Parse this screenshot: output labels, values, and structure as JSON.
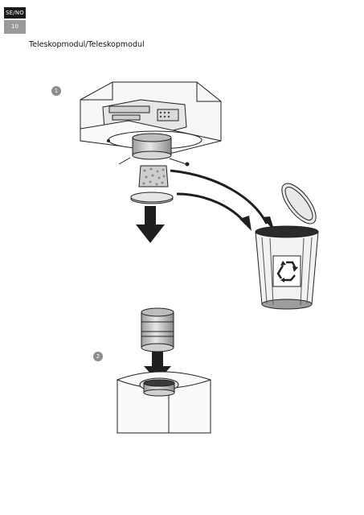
{
  "header": {
    "language": "SE/NO",
    "page_number": "10",
    "title": "Teleskopmodul/Teleskopmodul"
  },
  "steps": [
    {
      "number": "1"
    },
    {
      "number": "2"
    }
  ],
  "illustration": {
    "icon_names": [
      "ceiling-hood-unit-icon",
      "filter-cassette-icon",
      "filter-ring-icon",
      "down-arrow-icon",
      "curved-arrow-icon",
      "recycling-bin-icon",
      "recycle-symbol-icon",
      "telescope-module-icon",
      "hood-body-icon"
    ],
    "colors": {
      "line": "#222222",
      "fill_dark": "#1f1f1f",
      "fill_grey": "#bdbdbd",
      "badge": "#8c8c8c"
    }
  }
}
